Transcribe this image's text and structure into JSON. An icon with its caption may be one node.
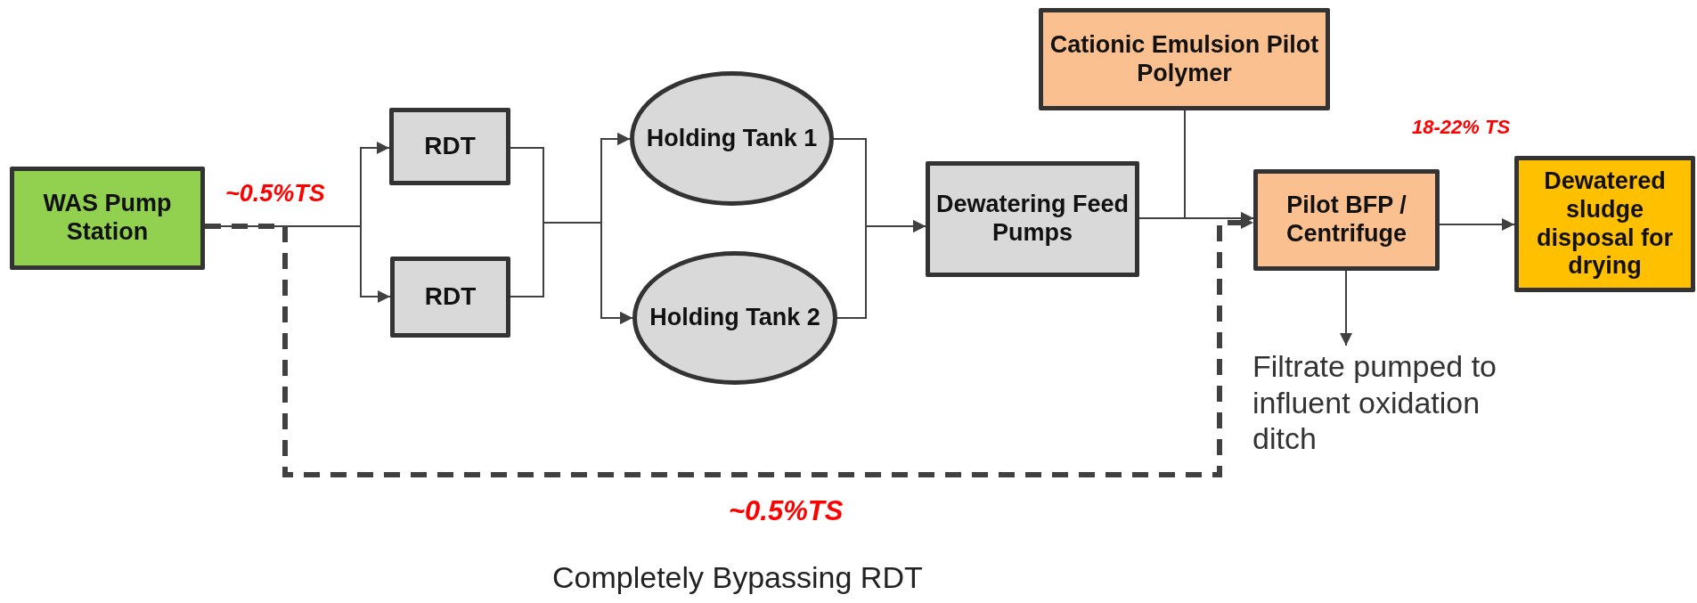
{
  "diagram": {
    "caption": "Completely Bypassing RDT",
    "nodes": [
      {
        "text": [
          "WAS Pump Station"
        ]
      },
      {
        "text": [
          "RDT"
        ]
      },
      {
        "text": [
          "RDT"
        ]
      },
      {
        "text": [
          "Holding Tank 1"
        ]
      },
      {
        "text": [
          "Holding Tank 2"
        ]
      },
      {
        "text": [
          "Dewatering Feed Pumps"
        ]
      },
      {
        "text": [
          "Cationic Emulsion Pilot Polymer"
        ]
      },
      {
        "text": [
          "Pilot BFP / Centrifuge"
        ]
      },
      {
        "text": [
          "Dewatered sludge disposal for drying"
        ]
      },
      {
        "text": [
          "Filtrate pumped to influent oxidation ditch"
        ]
      }
    ],
    "edges": [
      {
        "from": 0,
        "to": 1,
        "arrow": "to"
      },
      {
        "from": 0,
        "to": 2,
        "arrow": "to"
      },
      {
        "from": 1,
        "to": 3,
        "arrow": "to"
      },
      {
        "from": 1,
        "to": 4,
        "arrow": "to"
      },
      {
        "from": 2,
        "to": 3,
        "arrow": "to"
      },
      {
        "from": 2,
        "to": 4,
        "arrow": "to"
      },
      {
        "from": 3,
        "to": 5,
        "arrow": "to"
      },
      {
        "from": 4,
        "to": 5,
        "arrow": "to"
      },
      {
        "from": 5,
        "to": 7,
        "arrow": "to"
      },
      {
        "from": 6,
        "to": 7,
        "arrow": "to"
      },
      {
        "from": 7,
        "to": 8,
        "arrow": "to"
      },
      {
        "from": 7,
        "to": 9,
        "arrow": "to"
      },
      {
        "from": 0,
        "to": 7,
        "arrow": "to",
        "style": "dashed",
        "label": "~0.5%TS"
      }
    ],
    "labels": [
      "~0.5%TS",
      "18-22% TS"
    ]
  }
}
